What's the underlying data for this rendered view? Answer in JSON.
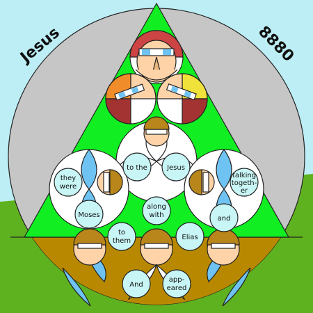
{
  "title_left": "Jesus",
  "title_right": "8880",
  "words": {
    "they_were": [
      "they",
      "were"
    ],
    "to_the": "to the",
    "jesus": "Jesus",
    "talking_together": [
      "talking",
      "togeth-",
      "er"
    ],
    "moses": "Moses",
    "along_with": [
      "along",
      "with"
    ],
    "and_upper": "and",
    "to_them": [
      "to",
      "them"
    ],
    "elias": "Elias",
    "and_lower": "And",
    "appeared": [
      "app-",
      "eared"
    ]
  },
  "colors": {
    "sky": "#bdeef6",
    "grass": "#5fb21f",
    "circle_fill": "#c6c6c6",
    "triangle": "#11ee22",
    "brown": "#b88900",
    "petal_blue": "#6fc3f2",
    "word_disc": "#c8f5f5",
    "face_skin": "#ffd3a8",
    "face_hair": "#b8861a"
  }
}
